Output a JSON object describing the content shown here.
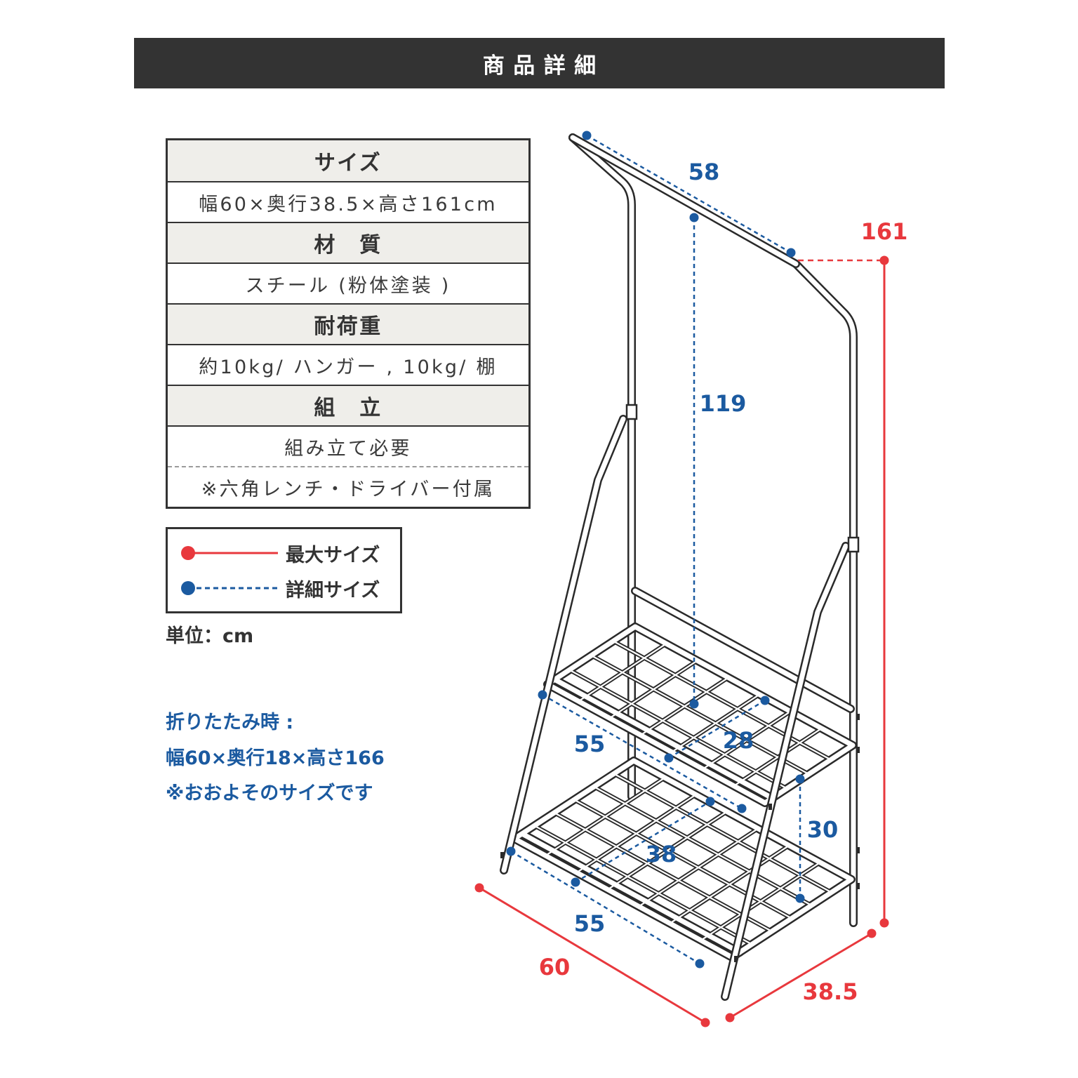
{
  "header": {
    "title": "商品詳細"
  },
  "spec_table": {
    "size": {
      "heading": "サイズ",
      "value": "幅60×奥行38.5×高さ161cm"
    },
    "material": {
      "heading": "材　質",
      "value": "スチール (粉体塗装 )"
    },
    "load_capacity": {
      "heading": "耐荷重",
      "value": "約10kg/ ハンガー , 10kg/ 棚"
    },
    "assembly": {
      "heading": "組　立",
      "value": "組み立て必要",
      "note": "※六角レンチ・ドライバー付属"
    }
  },
  "legend": {
    "max_size_label": "最大サイズ",
    "detail_size_label": "詳細サイズ"
  },
  "unit_note": "単位：cm",
  "folded": {
    "heading": "折りたたみ時 :",
    "size": "幅60×奥行18×高さ166",
    "note": "※おおよそのサイズです"
  },
  "dimensions": {
    "hanger_width": "58",
    "total_height": "161",
    "hanger_height": "119",
    "upper_shelf_width": "55",
    "upper_shelf_depth": "28",
    "shelf_spacing": "30",
    "lower_shelf_depth": "38",
    "lower_shelf_width": "55",
    "total_width": "60",
    "total_depth": "38.5"
  },
  "colors": {
    "max_size": "#e8383d",
    "detail_size": "#1b5aa0",
    "header_background": "#333333",
    "table_heading_background": "#efeeea"
  }
}
